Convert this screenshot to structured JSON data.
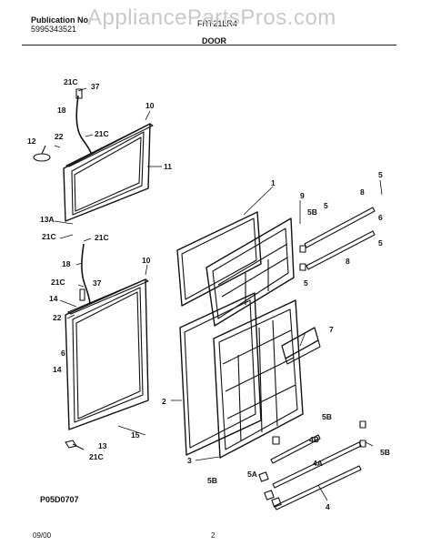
{
  "header": {
    "publication_label": "Publication No.",
    "publication_number": "5995343521",
    "model": "FRT21LR4",
    "section": "DOOR",
    "watermark": "AppliancePartsPros.com"
  },
  "diagram_code": "P05D0707",
  "footer": {
    "date": "09/00",
    "page": "2"
  },
  "callouts": [
    "21C",
    "37",
    "10",
    "18",
    "21C",
    "12",
    "22",
    "11",
    "13A",
    "21C",
    "21C",
    "18",
    "21C",
    "37",
    "14",
    "22",
    "10",
    "6",
    "14",
    "15",
    "13",
    "21C",
    "1",
    "9",
    "5B",
    "5",
    "8",
    "5",
    "6",
    "5",
    "5",
    "8",
    "7",
    "2",
    "3",
    "5B",
    "5B",
    "4B",
    "5B",
    "5A",
    "4A",
    "4"
  ]
}
